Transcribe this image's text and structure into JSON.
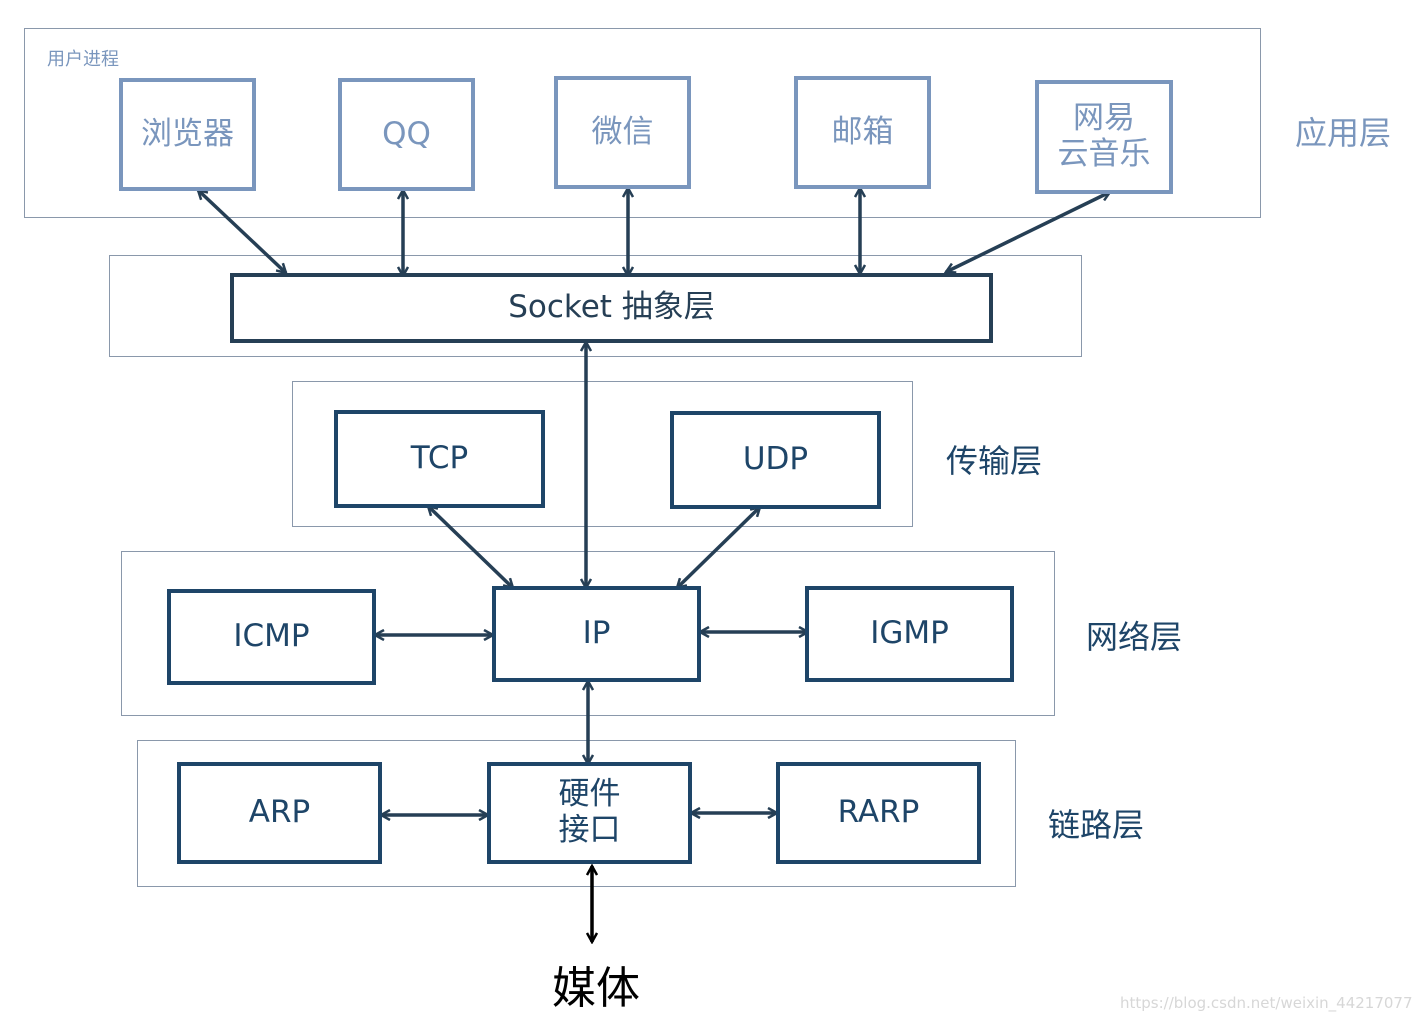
{
  "app_layer": {
    "group_caption": "用户进程",
    "label": "应用层",
    "boxes": [
      "浏览器",
      "QQ",
      "微信",
      "邮箱",
      "网易\n云音乐"
    ]
  },
  "socket_layer": {
    "box": "Socket 抽象层"
  },
  "transport_layer": {
    "label": "传输层",
    "boxes": [
      "TCP",
      "UDP"
    ]
  },
  "network_layer": {
    "label": "网络层",
    "boxes": [
      "ICMP",
      "IP",
      "IGMP"
    ]
  },
  "link_layer": {
    "label": "链路层",
    "boxes": [
      "ARP",
      "硬件\n接口",
      "RARP"
    ]
  },
  "media": {
    "label": "媒体"
  },
  "watermark": "https://blog.csdn.net/weixin_44217077",
  "colors": {
    "app": "#7a96bd",
    "core": "#1e4568",
    "socket": "#263f55",
    "layer_border": "#8a98ab",
    "media_arrow": "#000000"
  }
}
